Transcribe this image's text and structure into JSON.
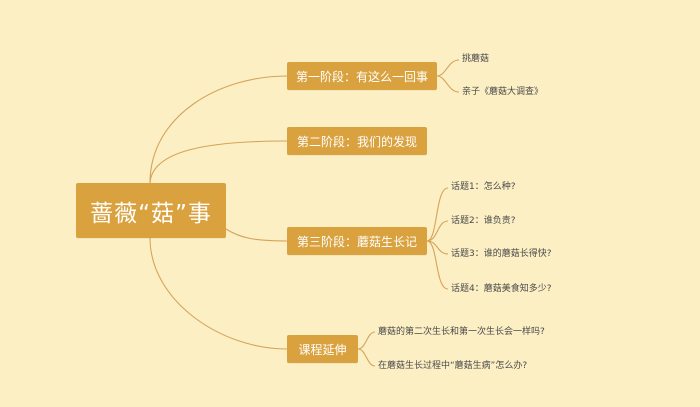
{
  "mindmap": {
    "root": "蔷薇“菇”事",
    "branches": [
      {
        "label": "第一阶段：有这么一回事",
        "children": [
          "挑蘑菇",
          "亲子《蘑菇大调查》"
        ]
      },
      {
        "label": "第二阶段：我们的发现",
        "children": []
      },
      {
        "label": "第三阶段：蘑菇生长记",
        "children": [
          "话题1：怎么种?",
          "话题2：谁负责?",
          "话题3：谁的蘑菇长得快?",
          "话题4：蘑菇美食知多少?"
        ]
      },
      {
        "label": "课程延伸",
        "children": [
          "蘑菇的第二次生长和第一次生长会一样吗?",
          "在蘑菇生长过程中“蘑菇生病”怎么办?"
        ]
      }
    ]
  },
  "colors": {
    "background": "#fcefc4",
    "node": "#d9a23e",
    "node_text": "#ffffff",
    "line": "#d7a25a",
    "leaf_text": "#4a4a4a"
  }
}
